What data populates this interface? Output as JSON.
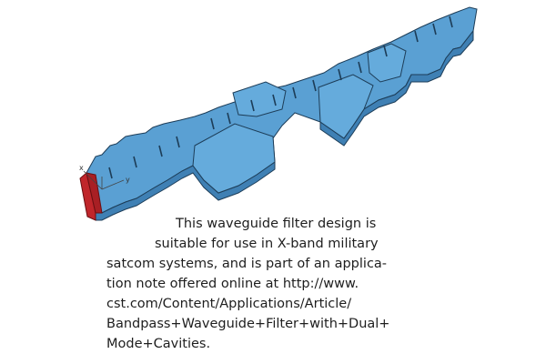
{
  "figure": {
    "body_color": "#5aa0d3",
    "edge_color": "#1d3d58",
    "port_color": "#c0262b",
    "axis_x_label": "x",
    "axis_y_label": "y"
  },
  "caption": {
    "lines": [
      "This waveguide filter design is",
      "suitable for use in X-band military",
      "satcom systems, and is part of an applica-",
      "tion note offered online at http://www.",
      "cst.com/Content/Applications/Article/",
      "Bandpass+Waveguide+Filter+with+Dual+",
      "Mode+Cavities."
    ]
  }
}
